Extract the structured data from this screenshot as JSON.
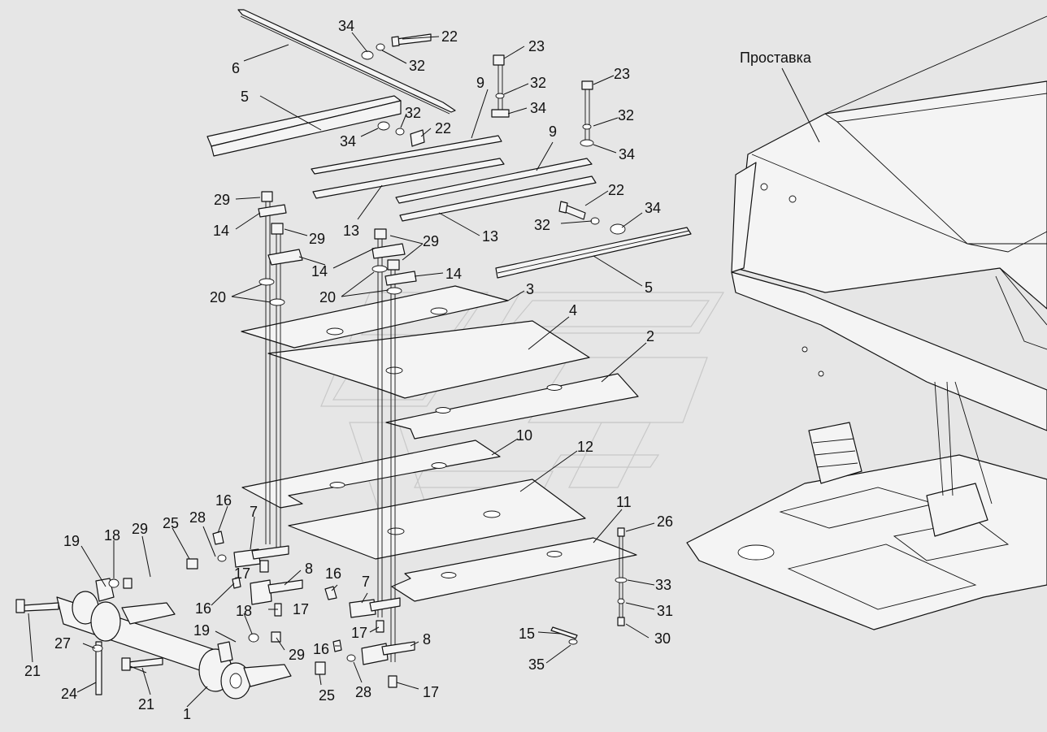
{
  "title_label": "Проставка",
  "labels": [
    {
      "id": "l1",
      "text": "1"
    },
    {
      "id": "l2",
      "text": "2"
    },
    {
      "id": "l3",
      "text": "3"
    },
    {
      "id": "l4",
      "text": "4"
    },
    {
      "id": "l5a",
      "text": "5"
    },
    {
      "id": "l5b",
      "text": "5"
    },
    {
      "id": "l6",
      "text": "6"
    },
    {
      "id": "l7a",
      "text": "7"
    },
    {
      "id": "l7b",
      "text": "7"
    },
    {
      "id": "l8a",
      "text": "8"
    },
    {
      "id": "l8b",
      "text": "8"
    },
    {
      "id": "l9a",
      "text": "9"
    },
    {
      "id": "l9b",
      "text": "9"
    },
    {
      "id": "l10",
      "text": "10"
    },
    {
      "id": "l11",
      "text": "11"
    },
    {
      "id": "l12",
      "text": "12"
    },
    {
      "id": "l13a",
      "text": "13"
    },
    {
      "id": "l13b",
      "text": "13"
    },
    {
      "id": "l14a",
      "text": "14"
    },
    {
      "id": "l14b",
      "text": "14"
    },
    {
      "id": "l14c",
      "text": "14"
    },
    {
      "id": "l15",
      "text": "15"
    },
    {
      "id": "l16a",
      "text": "16"
    },
    {
      "id": "l16b",
      "text": "16"
    },
    {
      "id": "l16c",
      "text": "16"
    },
    {
      "id": "l16d",
      "text": "16"
    },
    {
      "id": "l17a",
      "text": "17"
    },
    {
      "id": "l17b",
      "text": "17"
    },
    {
      "id": "l17c",
      "text": "17"
    },
    {
      "id": "l17d",
      "text": "17"
    },
    {
      "id": "l18a",
      "text": "18"
    },
    {
      "id": "l18b",
      "text": "18"
    },
    {
      "id": "l19a",
      "text": "19"
    },
    {
      "id": "l19b",
      "text": "19"
    },
    {
      "id": "l20a",
      "text": "20"
    },
    {
      "id": "l20b",
      "text": "20"
    },
    {
      "id": "l21a",
      "text": "21"
    },
    {
      "id": "l21b",
      "text": "21"
    },
    {
      "id": "l22a",
      "text": "22"
    },
    {
      "id": "l22b",
      "text": "22"
    },
    {
      "id": "l22c",
      "text": "22"
    },
    {
      "id": "l23a",
      "text": "23"
    },
    {
      "id": "l23b",
      "text": "23"
    },
    {
      "id": "l24",
      "text": "24"
    },
    {
      "id": "l25a",
      "text": "25"
    },
    {
      "id": "l25b",
      "text": "25"
    },
    {
      "id": "l26",
      "text": "26"
    },
    {
      "id": "l27",
      "text": "27"
    },
    {
      "id": "l28a",
      "text": "28"
    },
    {
      "id": "l28b",
      "text": "28"
    },
    {
      "id": "l29a",
      "text": "29"
    },
    {
      "id": "l29b",
      "text": "29"
    },
    {
      "id": "l29c",
      "text": "29"
    },
    {
      "id": "l29d",
      "text": "29"
    },
    {
      "id": "l29e",
      "text": "29"
    },
    {
      "id": "l30",
      "text": "30"
    },
    {
      "id": "l31",
      "text": "31"
    },
    {
      "id": "l32a",
      "text": "32"
    },
    {
      "id": "l32b",
      "text": "32"
    },
    {
      "id": "l32c",
      "text": "32"
    },
    {
      "id": "l32d",
      "text": "32"
    },
    {
      "id": "l32e",
      "text": "32"
    },
    {
      "id": "l33",
      "text": "33"
    },
    {
      "id": "l34a",
      "text": "34"
    },
    {
      "id": "l34b",
      "text": "34"
    },
    {
      "id": "l34c",
      "text": "34"
    },
    {
      "id": "l34d",
      "text": "34"
    },
    {
      "id": "l34e",
      "text": "34"
    },
    {
      "id": "l35",
      "text": "35"
    }
  ]
}
